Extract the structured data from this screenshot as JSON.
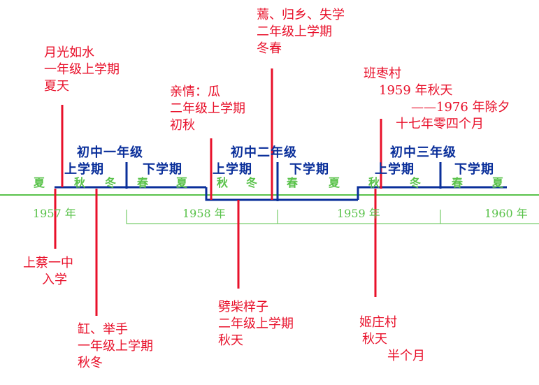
{
  "colors": {
    "red": "#e8102a",
    "blue": "#0a2f9a",
    "green": "#59c24a"
  },
  "years": [
    "1957 年",
    "1958 年",
    "1959 年",
    "1960 年"
  ],
  "grades": {
    "g1": "初中一年级",
    "g2": "初中二年级",
    "g3": "初中三年级",
    "upper": "上学期",
    "lower": "下学期"
  },
  "seasons": {
    "xia": "夏",
    "qiu": "秋",
    "dong": "冬",
    "chun": "春"
  },
  "events": {
    "e1": [
      "上蔡一中",
      "入学"
    ],
    "e2": [
      "月光如水",
      "一年级上学期",
      "夏天"
    ],
    "e3": [
      "缸、举手",
      "一年级上学期",
      "秋冬"
    ],
    "e4": [
      "亲情：瓜",
      "二年级上学期",
      "初秋"
    ],
    "e5": [
      "劈柴梓子",
      "二年级上学期",
      "秋天"
    ],
    "e6": [
      "蔫、归乡、失学",
      "二年级上学期",
      "冬春"
    ],
    "e7": [
      "班枣村",
      "1959 年秋天",
      "——1976 年除夕",
      "十七年零四个月"
    ],
    "e8": [
      "姬庄村",
      "秋天",
      "半个月"
    ]
  }
}
